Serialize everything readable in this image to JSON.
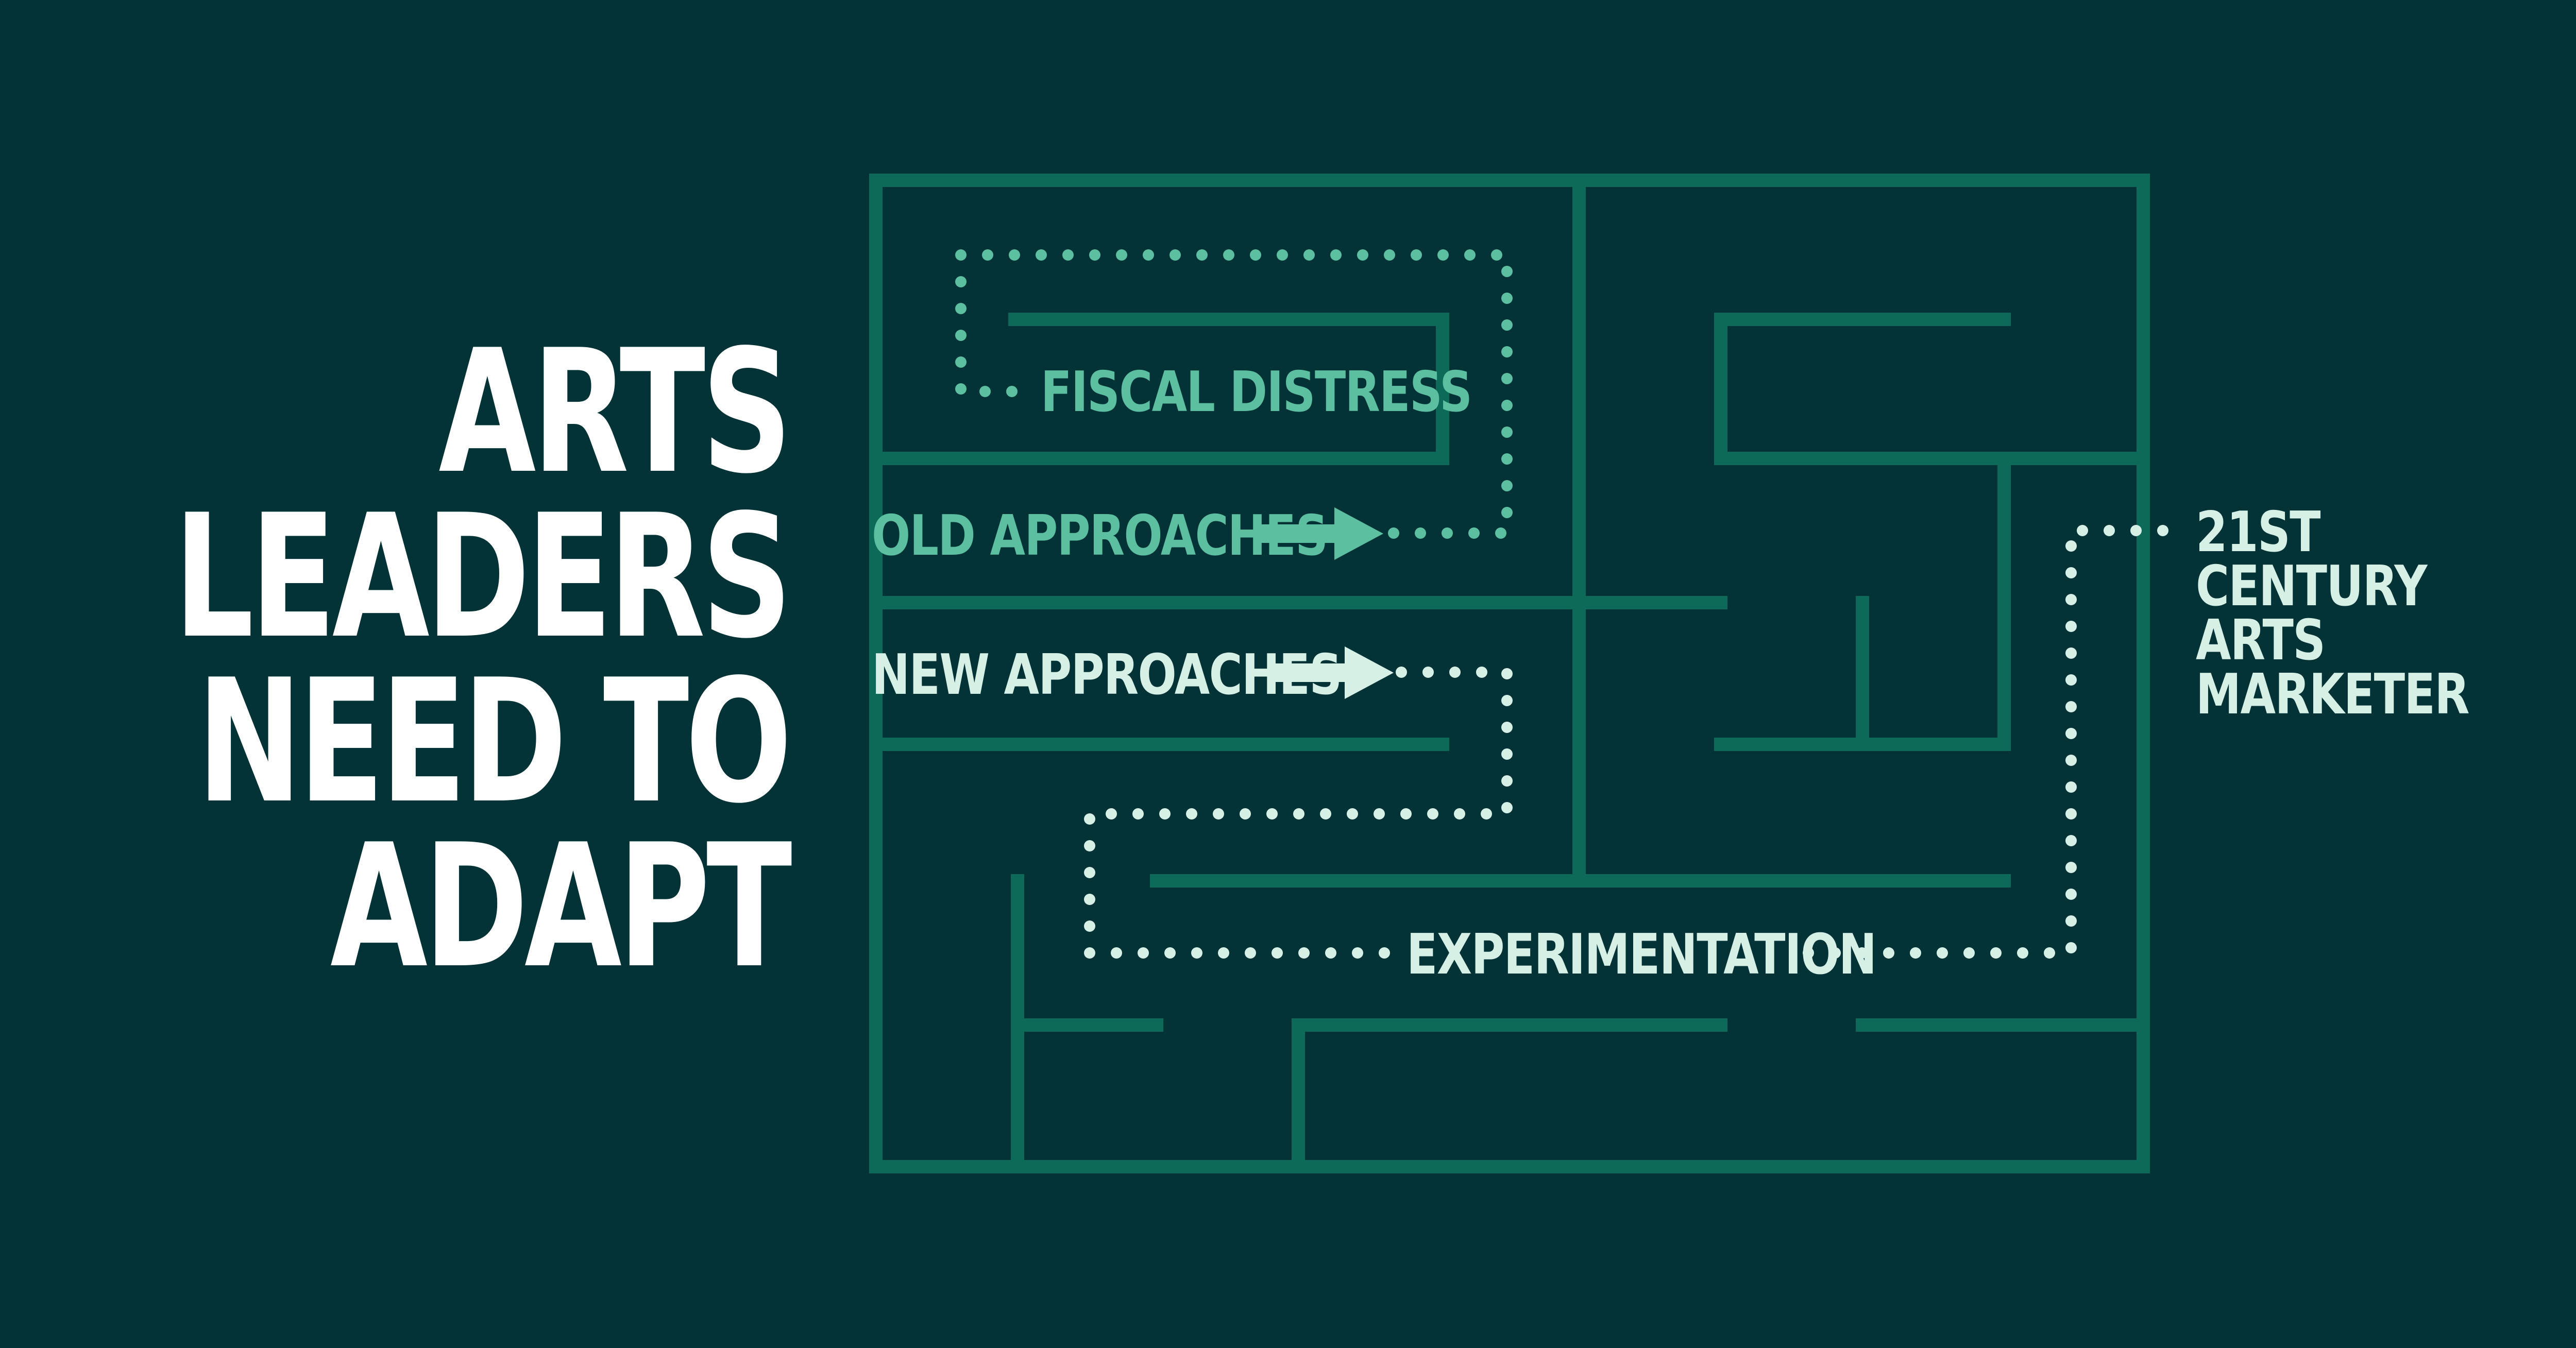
{
  "headline": {
    "lines": [
      "ARTS",
      "LEADERS",
      "NEED TO",
      "ADAPT"
    ]
  },
  "labels": {
    "fiscal_distress": "FISCAL DISTRESS",
    "old_approaches": "OLD APPROACHES",
    "new_approaches": "NEW APPROACHES",
    "experimentation": "EXPERIMENTATION",
    "marketer": [
      "21ST",
      "CENTURY",
      "ARTS",
      "MARKETER"
    ]
  },
  "colors": {
    "background": "#033237",
    "maze_walls": "#0e6a58",
    "old_path": "#5cbfa0",
    "new_path": "#d6f0e6",
    "headline": "#ffffff"
  }
}
